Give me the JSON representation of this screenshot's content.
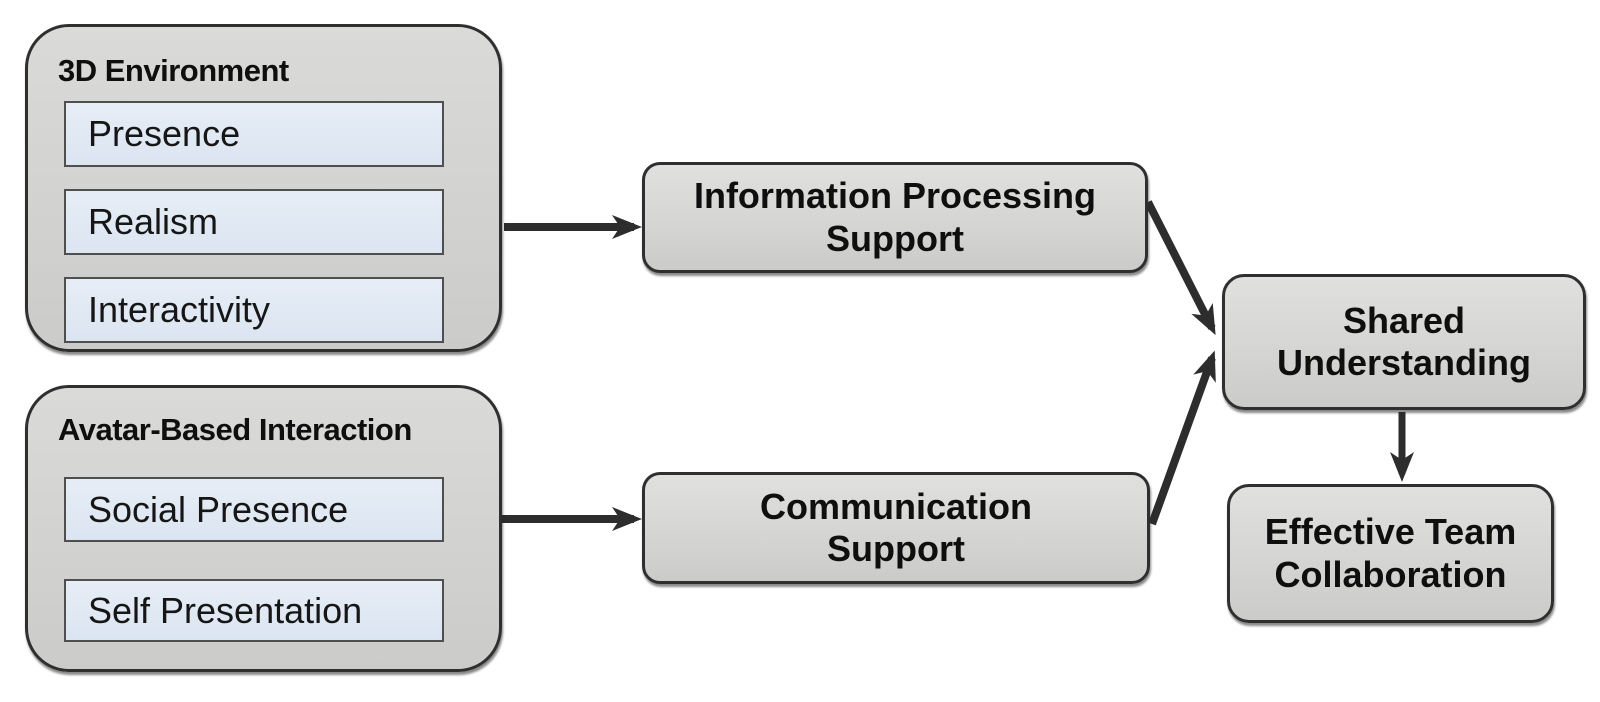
{
  "diagram": {
    "groups": [
      {
        "id": "3d-environment",
        "title": "3D Environment",
        "items": [
          "Presence",
          "Realism",
          "Interactivity"
        ]
      },
      {
        "id": "avatar-based-interaction",
        "title": "Avatar-Based Interaction",
        "items": [
          "Social Presence",
          "Self Presentation"
        ]
      }
    ],
    "nodes": {
      "information_processing": {
        "line1": "Information Processing",
        "line2": "Support"
      },
      "communication": {
        "line1": "Communication",
        "line2": "Support"
      },
      "shared_understanding": {
        "line1": "Shared",
        "line2": "Understanding"
      },
      "effective_team": {
        "line1": "Effective Team",
        "line2": "Collaboration"
      }
    },
    "edges": [
      {
        "from": "3d-environment",
        "to": "information-processing-support"
      },
      {
        "from": "avatar-based-interaction",
        "to": "communication-support"
      },
      {
        "from": "information-processing-support",
        "to": "shared-understanding"
      },
      {
        "from": "communication-support",
        "to": "shared-understanding"
      },
      {
        "from": "shared-understanding",
        "to": "effective-team-collaboration"
      }
    ],
    "colors": {
      "background": "#ffffff",
      "group_fill": "#d2d2d0",
      "node_fill": "#d5d5d3",
      "item_fill": "#dbe5f1",
      "border": "#2f2f2f",
      "item_border": "#4f4f4f",
      "arrow": "#2d2d2d",
      "text": "#0f0f0f"
    }
  }
}
